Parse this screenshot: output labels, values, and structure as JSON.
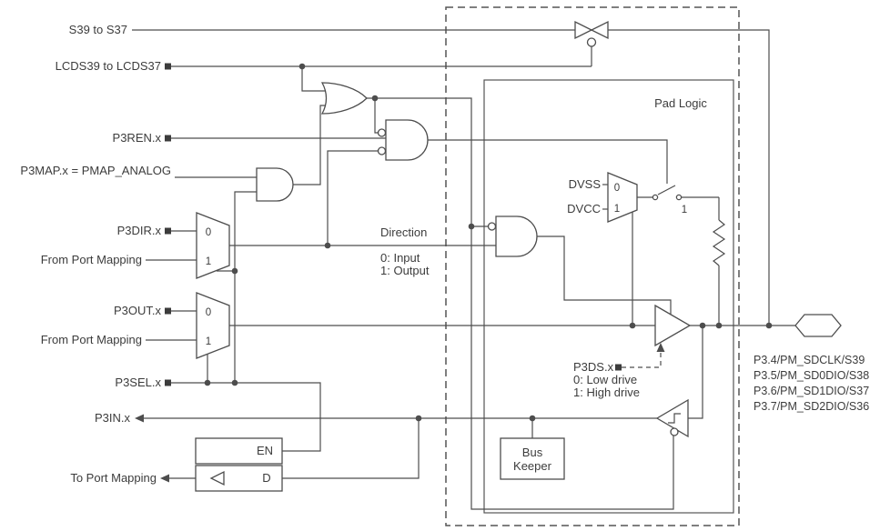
{
  "diagram": {
    "signals": {
      "s39": "S39 to S37",
      "lcds": "LCDS39 to LCDS37",
      "p3ren": "P3REN.x",
      "p3map": "P3MAP.x = PMAP_ANALOG",
      "p3dir": "P3DIR.x",
      "from_port_mapping_dir": "From Port Mapping",
      "p3out": "P3OUT.x",
      "from_port_mapping_out": "From Port Mapping",
      "p3sel": "P3SEL.x",
      "p3in": "P3IN.x",
      "to_port_mapping": "To Port Mapping"
    },
    "pad_logic_label": "Pad Logic",
    "direction_note": {
      "title": "Direction",
      "input": "0: Input",
      "output": "1: Output"
    },
    "drive_note": {
      "title": "P3DS.x",
      "low": "0: Low drive",
      "high": "1: High drive"
    },
    "rails": {
      "dvss": "DVSS",
      "dvcc": "DVCC"
    },
    "bus_keeper": {
      "line1": "Bus",
      "line2": "Keeper"
    },
    "latch": {
      "en": "EN",
      "d": "D"
    },
    "glyphs": {
      "zero": "0",
      "one": "1"
    },
    "pins": [
      "P3.4/PM_SDCLK/S39",
      "P3.5/PM_SD0DIO/S38",
      "P3.6/PM_SD1DIO/S37",
      "P3.7/PM_SD2DIO/S36"
    ],
    "colors": {
      "line": "#4d4d4d",
      "text": "#3c3c3c",
      "background": "#ffffff"
    }
  }
}
